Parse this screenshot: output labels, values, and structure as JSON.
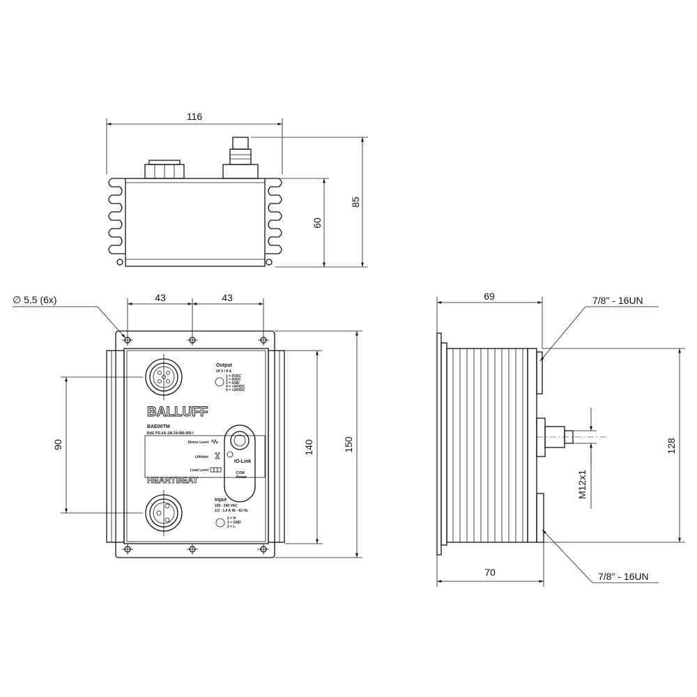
{
  "top_view": {
    "width_dim": "116",
    "height_total_dim": "85",
    "height_body_dim": "60"
  },
  "front_view": {
    "hole_note": "∅ 5,5  (6x)",
    "hole_spacing_left": "43",
    "hole_spacing_right": "43",
    "connector_spacing_dim": "90",
    "body_height_dim": "140",
    "plate_height_dim": "150",
    "panel": {
      "output_title": "Output",
      "output_rating": "24 V / 8 A",
      "output_pins": [
        "1 = 0VDC",
        "2 = 0VDC",
        "3 = GND",
        "4 = +24VDC",
        "5 = +24VDC"
      ],
      "brand": "BALLUFF",
      "model": "BAE00TM",
      "order_code": "BAE PS-XA-1W-24-080-005-I",
      "stress_level": "Stress Level",
      "lifetime": "Lifetime",
      "load_level": "Load Level",
      "io_link": "IO-Link",
      "com_label": "COM",
      "power_label": "Power",
      "heartbeat": "HEARTBEAT",
      "input_title": "Input",
      "input_voltage": "100 - 240 VAC",
      "input_current": "2,6 - 1,6 A  45 - 62 Hz",
      "input_pins": [
        "2 = N",
        "1 = GND",
        "3 = L"
      ]
    }
  },
  "side_view": {
    "top_depth_dim": "69",
    "bottom_depth_dim": "70",
    "height_dim": "128",
    "thread_top": "7/8\" - 16UN",
    "thread_middle": "M12x1",
    "thread_bottom": "7/8\" - 16UN"
  }
}
